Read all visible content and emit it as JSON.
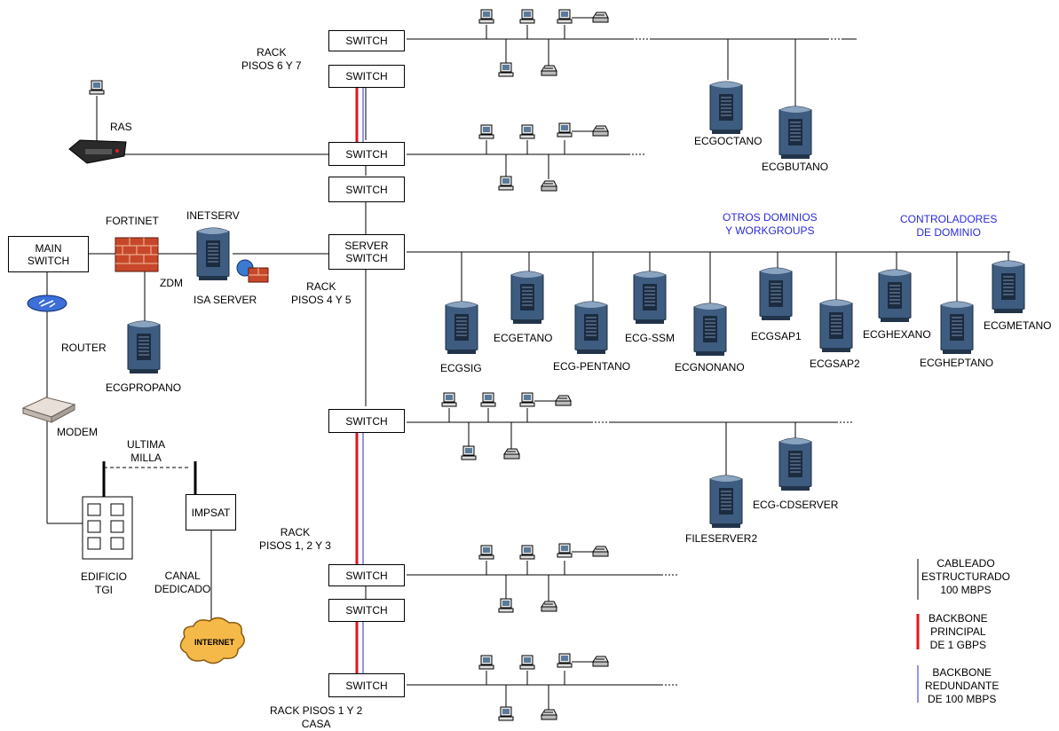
{
  "switches": {
    "r67_top": "SWITCH",
    "r67_bottom": "SWITCH",
    "r45_a": "SWITCH",
    "r45_b": "SWITCH",
    "server_switch": "SERVER\nSWITCH",
    "r123_a": "SWITCH",
    "r123_b": "SWITCH",
    "r123_c": "SWITCH",
    "r12": "SWITCH",
    "main_switch": "MAIN\nSWITCH",
    "impsat": "IMPSAT"
  },
  "labels": {
    "rack_67": "RACK\nPISOS 6 Y 7",
    "ras": "RAS",
    "fortinet": "FORTINET",
    "inetserv": "INETSERV",
    "zdm": "ZDM",
    "isa_server": "ISA SERVER",
    "rack_45": "RACK\nPISOS 4 Y 5",
    "router": "ROUTER",
    "ecgpropano": "ECGPROPANO",
    "modem": "MODEM",
    "ultima_milla": "ULTIMA\nMILLA",
    "edificio": "EDIFICIO\nTGI",
    "canal": "CANAL\nDEDICADO",
    "internet": "INTERNET",
    "rack_123": "RACK\nPISOS 1, 2 Y 3",
    "rack_12": "RACK PISOS 1 Y 2\nCASA",
    "otros_dominios": "OTROS DOMINIOS\nY WORKGROUPS",
    "controladores": "CONTROLADORES\nDE DOMINIO",
    "ecgoctano": "ECGOCTANO",
    "ecgbutano": "ECGBUTANO",
    "ecgsig": "ECGSIG",
    "ecgetano": "ECGETANO",
    "ecg_pentano": "ECG-PENTANO",
    "ecg_ssm": "ECG-SSM",
    "ecgnonano": "ECGNONANO",
    "ecgsap1": "ECGSAP1",
    "ecgsap2": "ECGSAP2",
    "ecghexano": "ECGHEXANO",
    "ecgheptano": "ECGHEPTANO",
    "ecgmetano": "ECGMETANO",
    "fileserver2": "FILESERVER2",
    "ecg_cdserver": "ECG-CDSERVER"
  },
  "legend": {
    "cableado": "CABLEADO\nESTRUCTURADO\n100 MBPS",
    "backbone_principal": "BACKBONE\nPRINCIPAL\nDE 1 GBPS",
    "backbone_redundante": "BACKBONE\nREDUNDANTE\nDE 100 MBPS"
  },
  "colors": {
    "backbone_principal": "#e0141e",
    "backbone_redundante": "#2a2ad8",
    "cableado": "#000000",
    "domain_titles": "#2a2ad8"
  },
  "icons": [
    "server-tower-icon",
    "workstation-icon",
    "printer-icon",
    "firewall-icon",
    "router-icon",
    "modem-icon",
    "ras-device-icon",
    "internet-cloud-icon",
    "building-icon",
    "antenna-icon"
  ]
}
